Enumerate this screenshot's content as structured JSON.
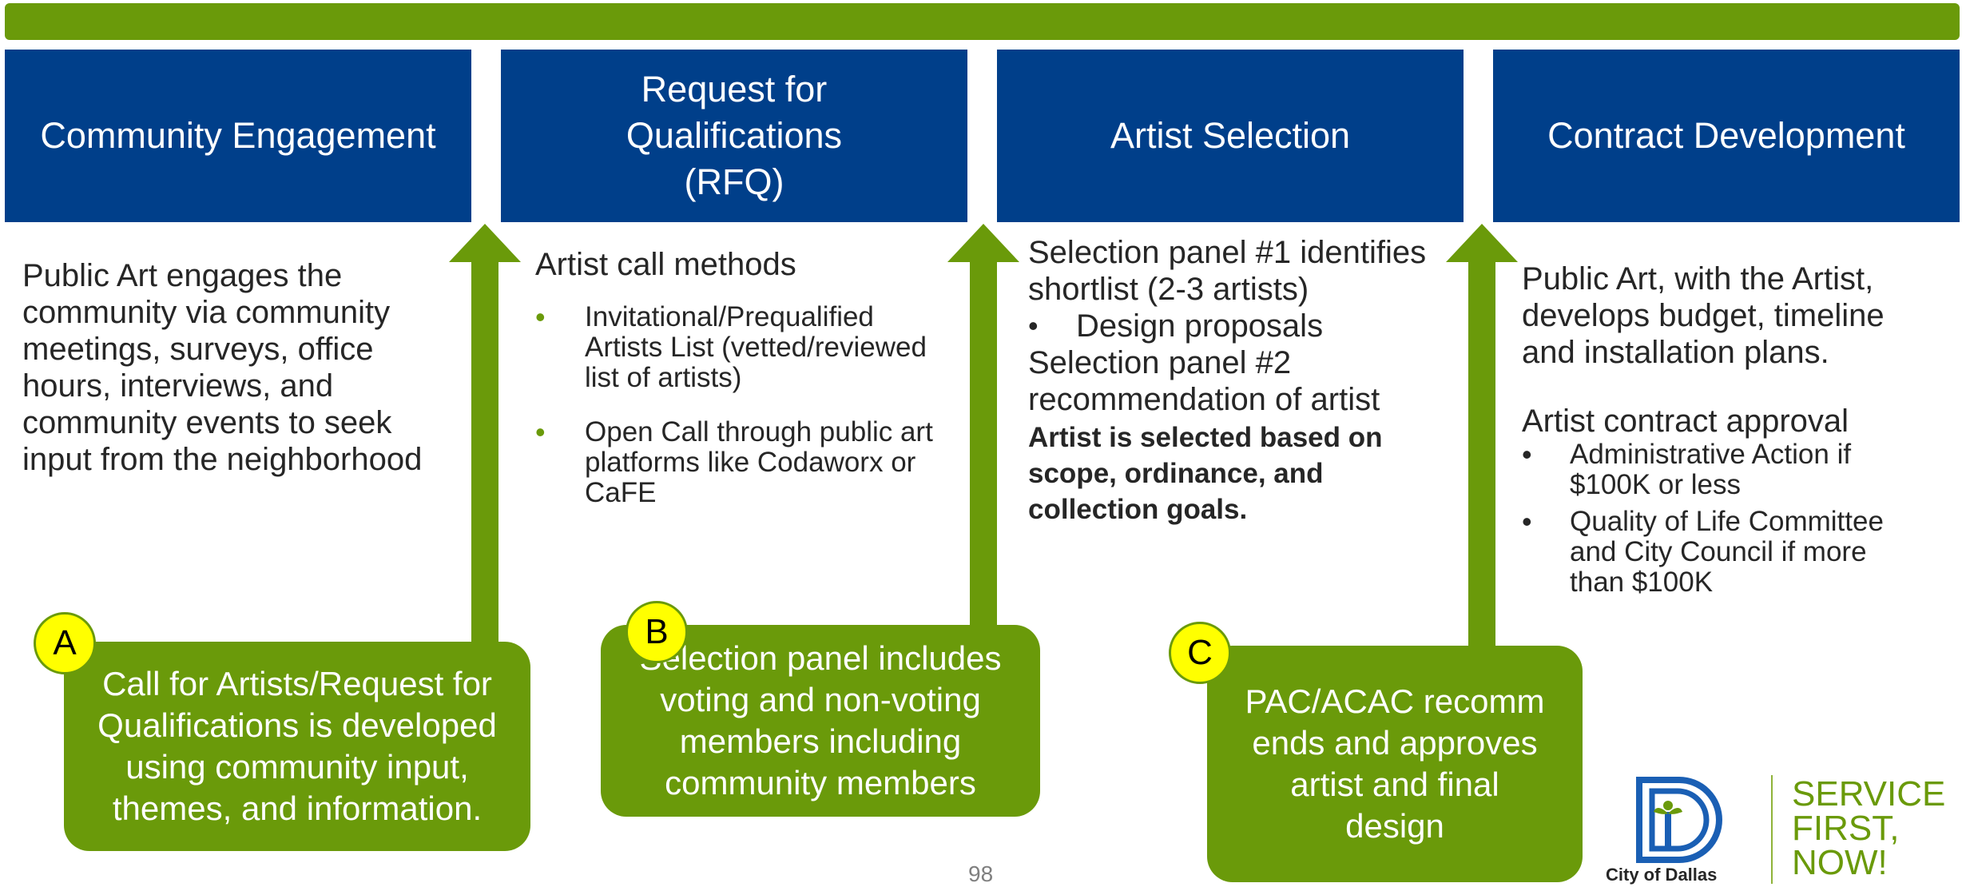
{
  "headers": [
    "Community Engagement",
    "Request for\nQualifications\n(RFQ)",
    "Artist Selection",
    "Contract Development"
  ],
  "col1": {
    "text": "Public Art engages the community via community meetings, surveys, office hours, interviews, and community events to seek input from the neighborhood"
  },
  "col2": {
    "title": "Artist call methods",
    "bullets": [
      "Invitational/Prequalified Artists List (vetted/reviewed list of artists)",
      "Open Call through public art platforms like Codaworx or CaFE"
    ]
  },
  "col3": {
    "line1": "Selection panel #1 identifies shortlist (2-3 artists)",
    "bullet": "Design proposals",
    "line2": "Selection panel #2 recommendation of artist",
    "bold": "Artist is selected based on scope, ordinance, and collection goals."
  },
  "col4": {
    "text": "Public Art, with the Artist, develops budget, timeline and installation plans.",
    "title": "Artist contract approval",
    "bullets": [
      "Administrative Action if $100K or less",
      "Quality of Life Committee and City Council if more than $100K"
    ]
  },
  "steps": [
    {
      "badge": "A",
      "text": "Call for Artists/Request for Qualifications is developed using community input, themes, and information."
    },
    {
      "badge": "B",
      "text": "Selection panel includes voting and non-voting members including community members"
    },
    {
      "badge": "C",
      "text": "PAC/ACAC recomm ends and approves artist and final design"
    }
  ],
  "page_number": "98",
  "logo": {
    "city": "City of Dallas",
    "slogan": "SERVICE\nFIRST,\nNOW!"
  },
  "colors": {
    "green": "#6a9a0a",
    "blue": "#003f8a",
    "badge": "#ffff00"
  }
}
